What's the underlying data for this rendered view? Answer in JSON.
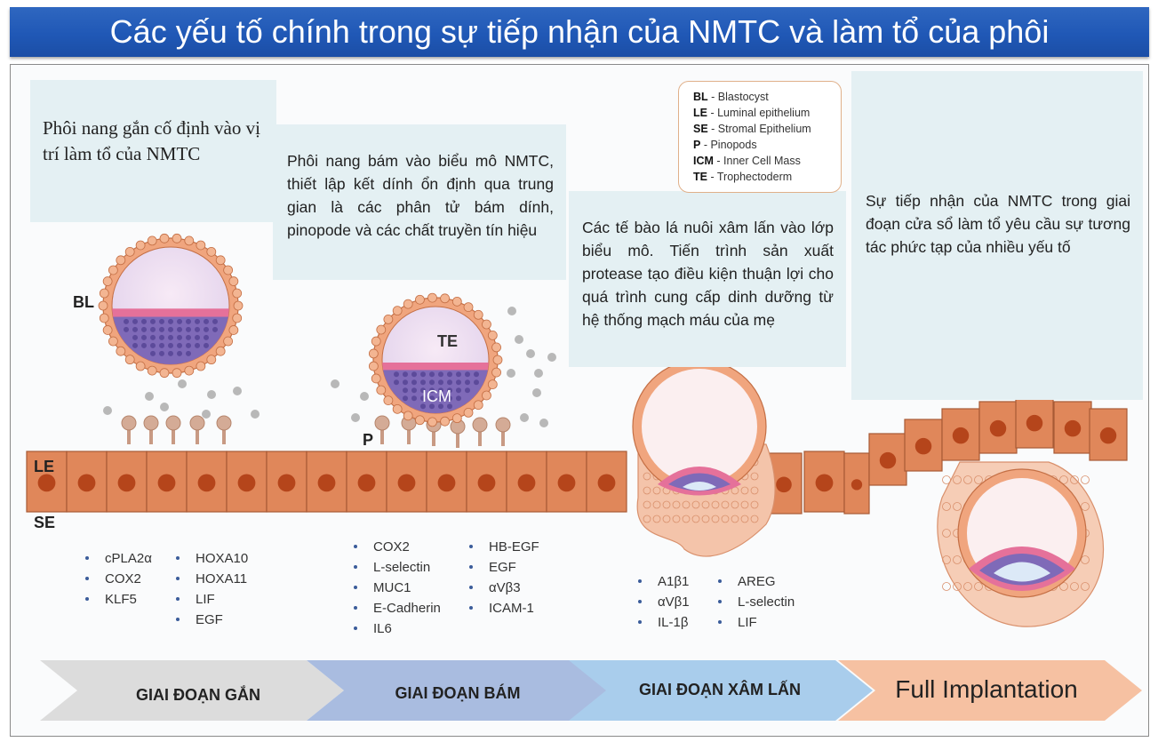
{
  "title": "Các yếu tố chính trong sự tiếp nhận của NMTC và làm tổ của phôi",
  "boxes": {
    "b1": "Phôi nang gắn cố định vào vị trí làm tổ của NMTC",
    "b2": "Phôi nang bám vào biểu mô NMTC, thiết lập kết dính ổn định qua trung gian là các phân tử bám dính, pinopode và các chất truyền tín hiệu",
    "b3": "Các tế bào lá nuôi xâm lấn vào lớp biểu mô. Tiến trình sản xuất protease tạo điều kiện thuận lợi cho quá trình cung cấp dinh dưỡng từ hệ thống mạch máu của mẹ",
    "b4": "Sự tiếp nhận của NMTC trong giai đoạn cửa sổ làm tổ yêu cầu sự tương tác phức tạp của nhiều yếu tố"
  },
  "legend": [
    {
      "abbr": "BL",
      "text": " - Blastocyst"
    },
    {
      "abbr": "LE",
      "text": " - Luminal epithelium"
    },
    {
      "abbr": "SE",
      "text": " - Stromal Epithelium"
    },
    {
      "abbr": "P",
      "text": " - Pinopods"
    },
    {
      "abbr": "ICM",
      "text": " - Inner Cell Mass"
    },
    {
      "abbr": "TE",
      "text": " - Trophectoderm"
    }
  ],
  "labels": {
    "bl": "BL",
    "le": "LE",
    "se": "SE",
    "p": "P",
    "te": "TE",
    "icm": "ICM"
  },
  "markers": {
    "g1a": [
      "cPLA2α",
      "COX2",
      "KLF5"
    ],
    "g1b": [
      "HOXA10",
      "HOXA11",
      "LIF",
      "EGF"
    ],
    "g2a": [
      "COX2",
      "L-selectin",
      "MUC1",
      "E-Cadherin",
      "IL6"
    ],
    "g2b": [
      "HB-EGF",
      "EGF",
      "αVβ3",
      "ICAM-1"
    ],
    "g3a": [
      "A1β1",
      "αVβ1",
      "IL-1β"
    ],
    "g3b": [
      "AREG",
      "L-selectin",
      "LIF"
    ]
  },
  "stages": [
    "GIAI ĐOẠN GẮN",
    "GIAI ĐOẠN BÁM",
    "GIAI ĐOẠN XÂM LẤN",
    "Full Implantation"
  ],
  "colors": {
    "title_bg": "#2058b6",
    "cell_fill": "#e0875a",
    "nucleus": "#b5451b",
    "box_bg": "#e4f0f3",
    "stage1": "#dcdcdc",
    "stage2": "#a9bce0",
    "stage3": "#a9cdec",
    "stage4": "#f6c1a2"
  }
}
